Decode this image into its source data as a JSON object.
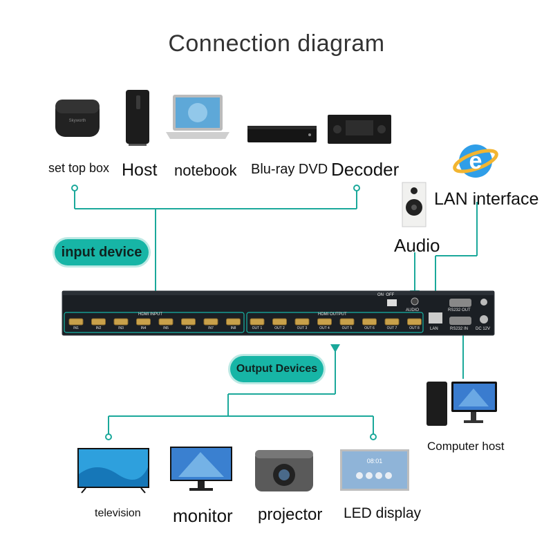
{
  "title": "Connection diagram",
  "input_devices": [
    {
      "label": "set top box",
      "icon": "set-top-box-icon"
    },
    {
      "label": "Host",
      "icon": "pc-tower-icon"
    },
    {
      "label": "notebook",
      "icon": "laptop-icon"
    },
    {
      "label": "Blu-ray DVD",
      "icon": "bluray-player-icon"
    },
    {
      "label": "Decoder",
      "icon": "decoder-icon"
    }
  ],
  "audio": {
    "label": "Audio",
    "icon": "speaker-icon"
  },
  "lan": {
    "label": "LAN interface",
    "icon": "internet-explorer-icon"
  },
  "input_pill": "input device",
  "output_pill": "Output Devices",
  "computer_host": {
    "label": "Computer host",
    "icon": "computer-host-icon"
  },
  "output_devices": [
    {
      "label": "television",
      "icon": "television-icon"
    },
    {
      "label": "monitor",
      "icon": "monitor-icon"
    },
    {
      "label": "projector",
      "icon": "projector-icon"
    },
    {
      "label": "LED display",
      "icon": "led-display-icon"
    }
  ],
  "matrix": {
    "hdmi_input_label": "HDMI INPUT",
    "hdmi_output_label": "HDMI OUTPUT",
    "inputs": [
      "IN1",
      "IN2",
      "IN3",
      "IN4",
      "IN5",
      "IN6",
      "IN7",
      "IN8"
    ],
    "outputs": [
      "OUT 1",
      "OUT 2",
      "OUT 3",
      "OUT 4",
      "OUT 5",
      "OUT 6",
      "OUT 7",
      "OUT 8"
    ],
    "power_switch": "ON  OFF",
    "audio_port": "AUDIO",
    "lan_port": "LAN",
    "rs232_out": "RS232 OUT",
    "rs232_in": "RS232 IN",
    "dc": "DC 12V"
  },
  "colors": {
    "accent": "#17b5a6",
    "line": "#1aa89a",
    "device_body": "#1b1f24"
  }
}
